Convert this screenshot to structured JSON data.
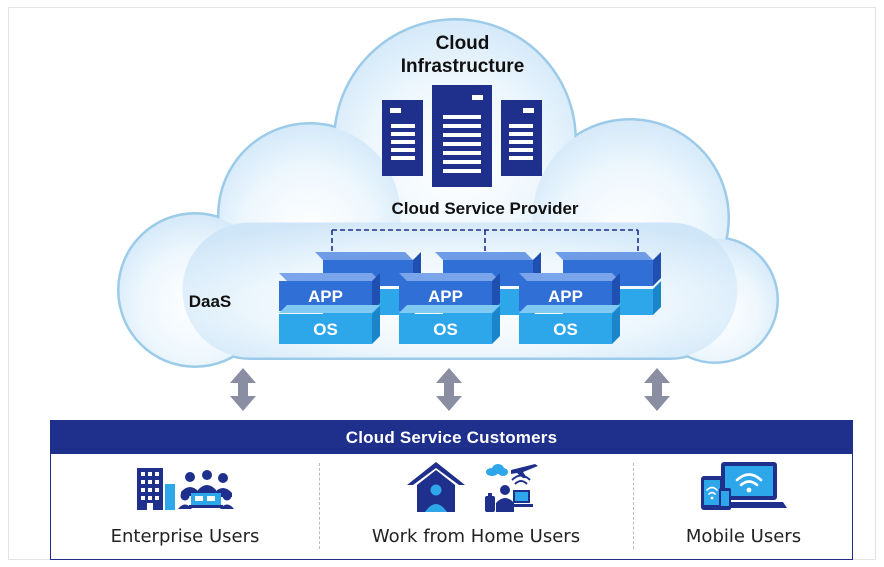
{
  "cloud": {
    "title_line1": "Cloud",
    "title_line2": "Infrastructure",
    "provider_label": "Cloud Service Provider",
    "daas_label": "DaaS"
  },
  "stacks": [
    {
      "app": "APP",
      "os": "OS"
    },
    {
      "app": "APP",
      "os": "OS"
    },
    {
      "app": "APP",
      "os": "OS"
    }
  ],
  "customers": {
    "header": "Cloud Service Customers",
    "segments": [
      {
        "label": "Enterprise Users",
        "icon": "enterprise-building-icon"
      },
      {
        "label": "Work from Home Users",
        "icon": "home-worker-icon"
      },
      {
        "label": "Mobile Users",
        "icon": "mobile-devices-icon"
      }
    ]
  },
  "colors": {
    "navy": "#1f2f8c",
    "app_blue": "#2f6fd6",
    "os_blue": "#2ea6ea",
    "cloud_fill": "#d9ecfa",
    "cloud_stroke": "#9ccbe9",
    "arrow_gray": "#8a8ea3"
  }
}
